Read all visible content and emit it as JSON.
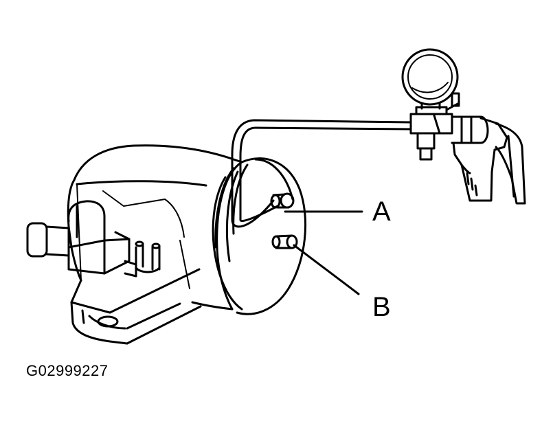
{
  "callouts": {
    "a": "A",
    "b": "B"
  },
  "figure_id": "G02999227",
  "colors": {
    "line": "#000000",
    "background": "#ffffff"
  }
}
